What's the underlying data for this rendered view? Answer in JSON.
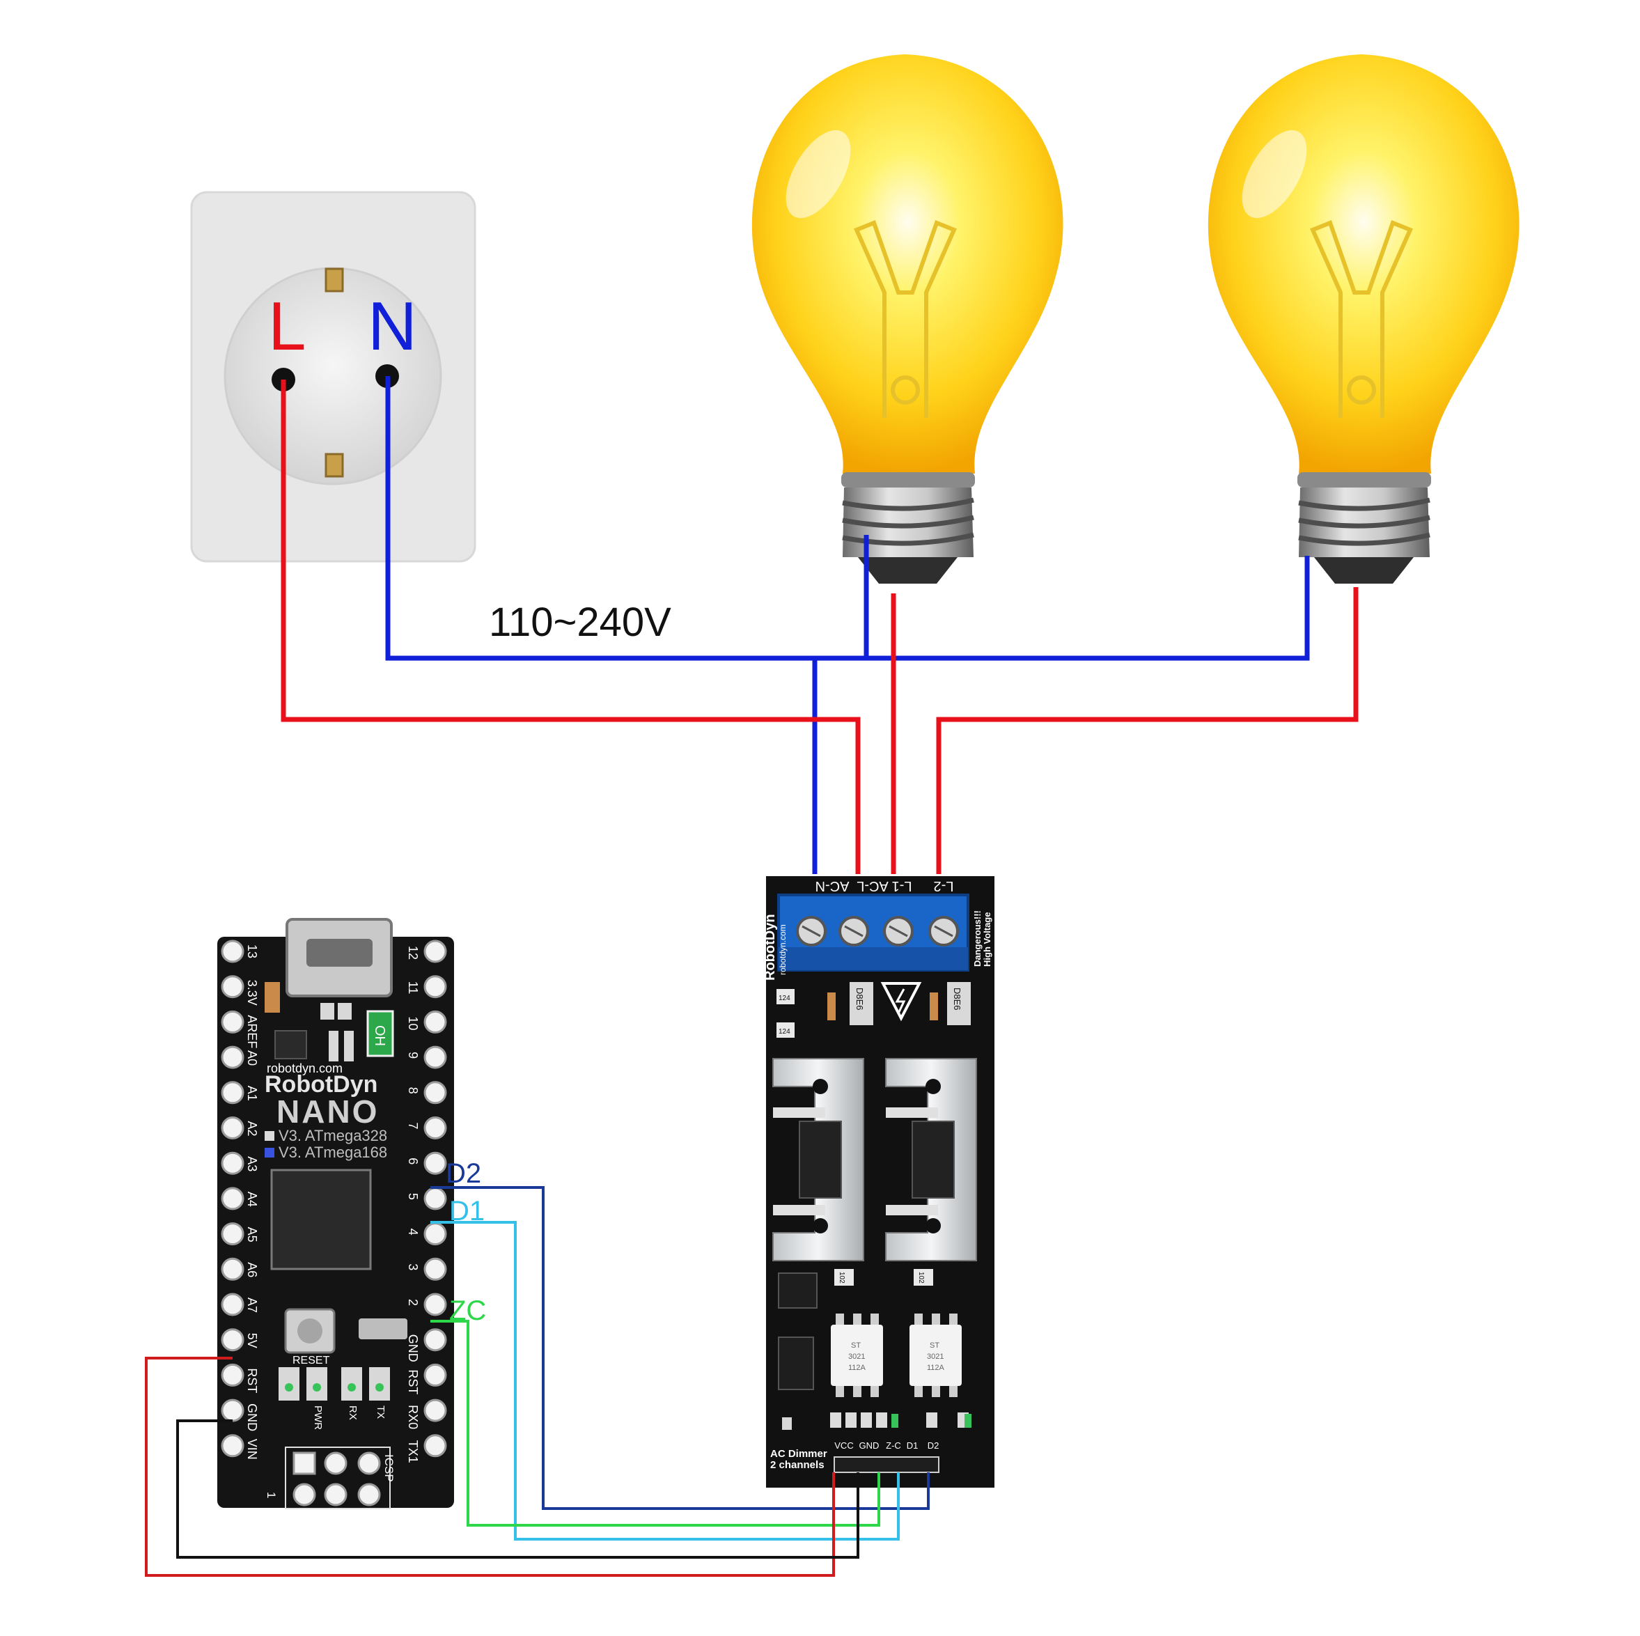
{
  "socket": {
    "live_label": "L",
    "neutral_label": "N"
  },
  "voltage_label": "110~240V",
  "dimmer": {
    "terminals": [
      "AC-N",
      "AC-L",
      "L-1",
      "L-2"
    ],
    "brand": "RobotDyn",
    "brand_url": "robotdyn.com",
    "warning_line1": "Dangerous!!!",
    "warning_line2": "High Voltage",
    "resistor_code": "D8E6",
    "cap_code": "124",
    "small_code": "102",
    "opto_line1": "ST",
    "opto_line2": "3021",
    "opto_line3": "112A",
    "header_title_1": "AC Dimmer",
    "header_title_2": "2 channels",
    "header_pins": [
      "VCC",
      "GND",
      "Z-C",
      "D1",
      "D2"
    ]
  },
  "nano": {
    "site": "robotdyn.com",
    "brand": "RobotDyn",
    "model": "NANO",
    "variant_1": "V3. ATmega328",
    "variant_2": "V3. ATmega168",
    "reset_label": "RESET",
    "led_labels": [
      "PWR",
      "RX",
      "TX"
    ],
    "icsp_label": "ICSP",
    "icsp_pin1": "1",
    "oh_label": "OH",
    "left_pins": [
      "13",
      "3.3V",
      "AREF",
      "A0",
      "A1",
      "A2",
      "A3",
      "A4",
      "A5",
      "A6",
      "A7",
      "5V",
      "RST",
      "GND",
      "VIN"
    ],
    "right_pins": [
      "12",
      "11",
      "10",
      "9",
      "8",
      "7",
      "6",
      "5",
      "4",
      "3",
      "2",
      "GND",
      "RST",
      "RX0",
      "TX1"
    ]
  },
  "signals": {
    "d2": "D2",
    "d1": "D1",
    "zc": "ZC"
  },
  "colors": {
    "live": "#e8111b",
    "neutral": "#1020d8",
    "signal_d2": "#1a3a9a",
    "signal_d1": "#34c0e8",
    "signal_zc": "#2ed64a",
    "vcc": "#d01c1c",
    "gnd": "#111111"
  }
}
